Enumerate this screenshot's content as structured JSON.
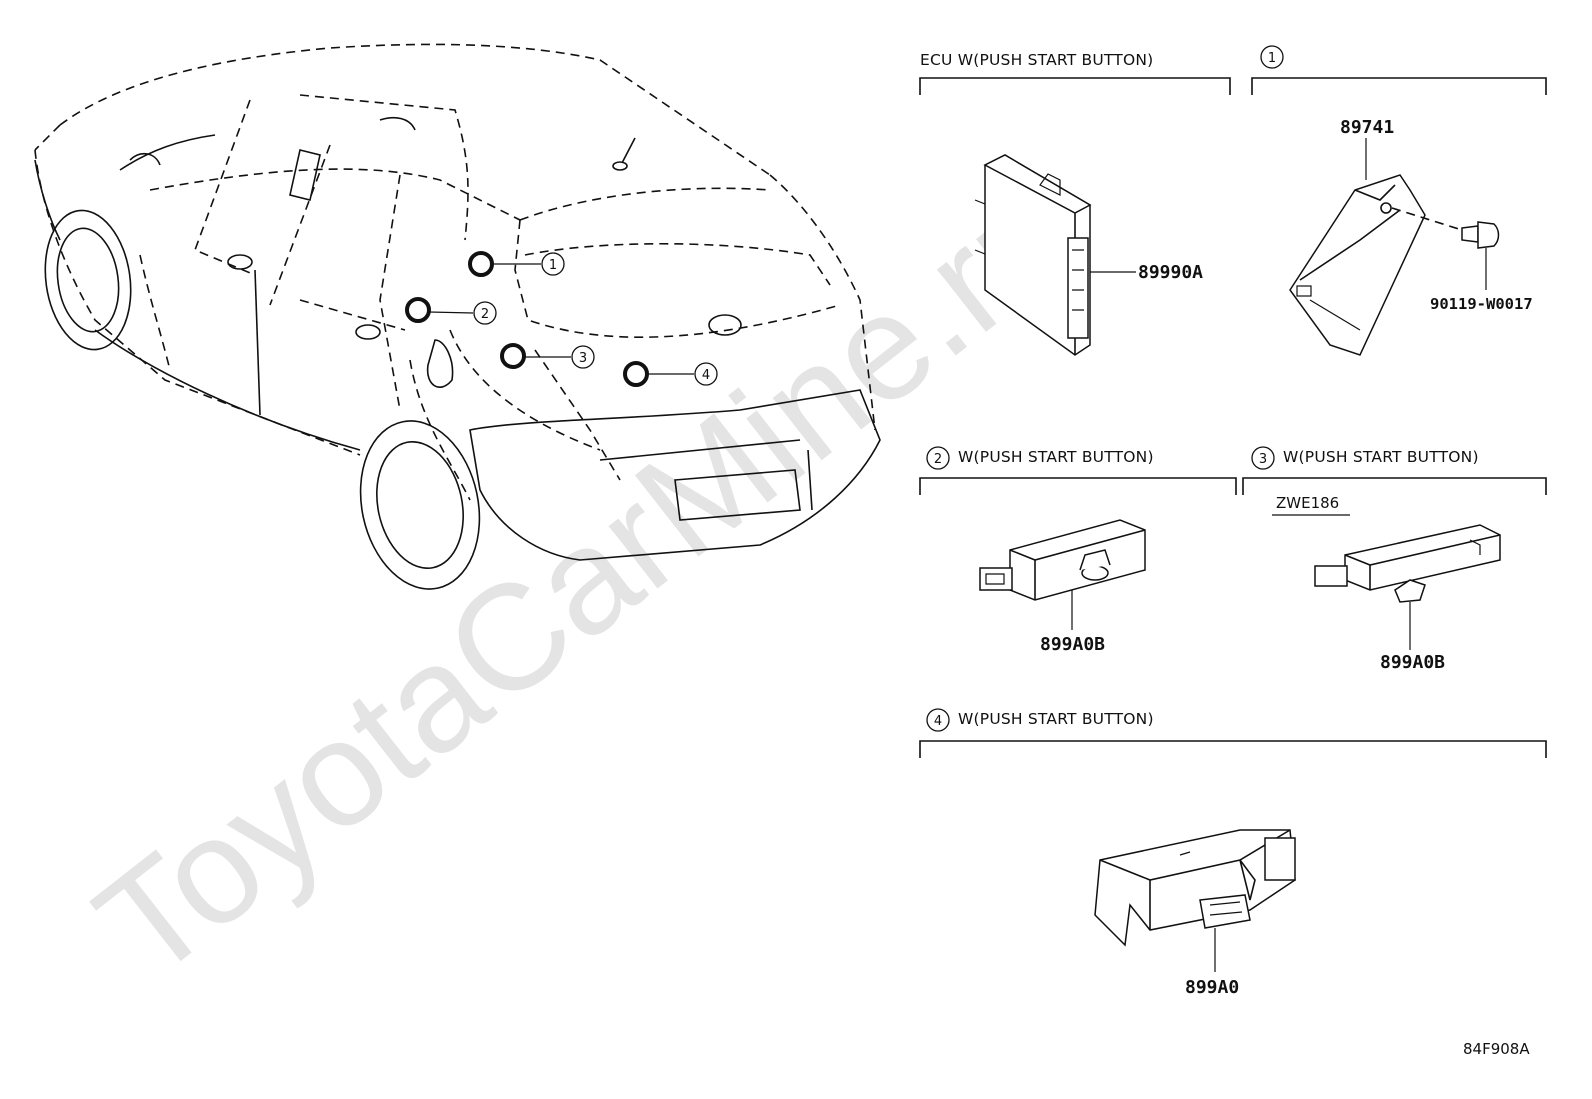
{
  "watermark": "ToyotaCarMine.ru",
  "diagram_code": "84F908A",
  "callouts": [
    "1",
    "2",
    "3",
    "4"
  ],
  "sections": {
    "ecu": {
      "title": "ECU  W(PUSH START BUTTON)",
      "part_number": "89990A"
    },
    "s1": {
      "number": "1",
      "part_number": "89741",
      "bolt_number": "90119-W0017"
    },
    "s2": {
      "number": "2",
      "title": "W(PUSH START BUTTON)",
      "part_number": "899A0B"
    },
    "s3": {
      "number": "3",
      "title": "W(PUSH START BUTTON)",
      "model_code": "ZWE186",
      "part_number": "899A0B"
    },
    "s4": {
      "number": "4",
      "title": "W(PUSH START BUTTON)",
      "part_number": "899A0"
    }
  }
}
